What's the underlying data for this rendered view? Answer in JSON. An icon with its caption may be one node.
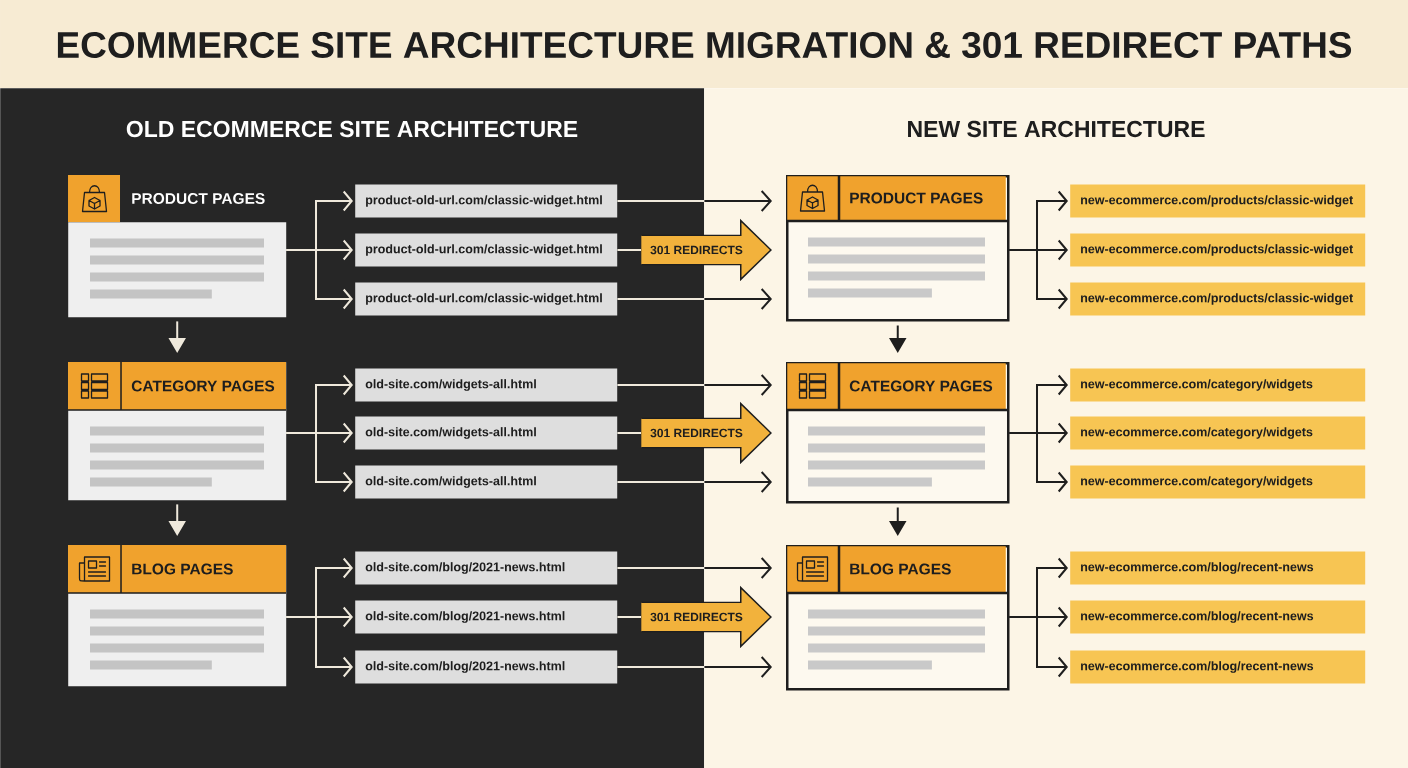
{
  "diagram": {
    "title": "ECOMMERCE SITE ARCHITECTURE MIGRATION & 301 REDIRECT PATHS",
    "nodes": [
      {
        "text": [
          "OLD ECOMMERCE SITE ARCHITECTURE"
        ]
      },
      {
        "text": [
          "PRODUCT PAGES"
        ],
        "in": 0
      },
      {
        "text": [
          "product-old-url.com/classic-widget.html"
        ],
        "in": 0
      },
      {
        "text": [
          "product-old-url.com/classic-widget.html"
        ],
        "in": 0
      },
      {
        "text": [
          "product-old-url.com/classic-widget.html"
        ],
        "in": 0
      },
      {
        "text": [
          "CATEGORY PAGES"
        ],
        "in": 0
      },
      {
        "text": [
          "old-site.com/widgets-all.html"
        ],
        "in": 0
      },
      {
        "text": [
          "old-site.com/widgets-all.html"
        ],
        "in": 0
      },
      {
        "text": [
          "old-site.com/widgets-all.html"
        ],
        "in": 0
      },
      {
        "text": [
          "BLOG PAGES"
        ],
        "in": 0
      },
      {
        "text": [
          "old-site.com/blog/2021-news.html"
        ],
        "in": 0
      },
      {
        "text": [
          "old-site.com/blog/2021-news.html"
        ],
        "in": 0
      },
      {
        "text": [
          "old-site.com/blog/2021-news.html"
        ],
        "in": 0
      },
      {
        "text": [
          "NEW SITE ARCHITECTURE"
        ]
      },
      {
        "text": [
          "PRODUCT PAGES"
        ],
        "in": 13
      },
      {
        "text": [
          "new-ecommerce.com/products/classic-widget"
        ],
        "in": 13
      },
      {
        "text": [
          "new-ecommerce.com/products/classic-widget"
        ],
        "in": 13
      },
      {
        "text": [
          "new-ecommerce.com/products/classic-widget"
        ],
        "in": 13
      },
      {
        "text": [
          "CATEGORY PAGES"
        ],
        "in": 13
      },
      {
        "text": [
          "new-ecommerce.com/category/widgets"
        ],
        "in": 13
      },
      {
        "text": [
          "new-ecommerce.com/category/widgets"
        ],
        "in": 13
      },
      {
        "text": [
          "new-ecommerce.com/category/widgets"
        ],
        "in": 13
      },
      {
        "text": [
          "BLOG PAGES"
        ],
        "in": 13
      },
      {
        "text": [
          "new-ecommerce.com/blog/recent-news"
        ],
        "in": 13
      },
      {
        "text": [
          "new-ecommerce.com/blog/recent-news"
        ],
        "in": 13
      },
      {
        "text": [
          "new-ecommerce.com/blog/recent-news"
        ],
        "in": 13
      }
    ],
    "edges": [
      {
        "from": 1,
        "to": 2,
        "arrow": "to"
      },
      {
        "from": 1,
        "to": 3,
        "arrow": "to"
      },
      {
        "from": 1,
        "to": 4,
        "arrow": "to"
      },
      {
        "from": 2,
        "to": 14,
        "arrow": "to"
      },
      {
        "from": 3,
        "to": 14,
        "arrow": "to",
        "label": "301 REDIRECTS",
        "style": "thick",
        "color": "#f2b23c"
      },
      {
        "from": 4,
        "to": 14,
        "arrow": "to"
      },
      {
        "from": 1,
        "to": 5,
        "arrow": "to"
      },
      {
        "from": 5,
        "to": 6,
        "arrow": "to"
      },
      {
        "from": 5,
        "to": 7,
        "arrow": "to"
      },
      {
        "from": 5,
        "to": 8,
        "arrow": "to"
      },
      {
        "from": 6,
        "to": 18,
        "arrow": "to"
      },
      {
        "from": 7,
        "to": 18,
        "arrow": "to",
        "label": "301 REDIRECTS",
        "style": "thick",
        "color": "#f2b23c"
      },
      {
        "from": 8,
        "to": 18,
        "arrow": "to"
      },
      {
        "from": 5,
        "to": 9,
        "arrow": "to"
      },
      {
        "from": 9,
        "to": 10,
        "arrow": "to"
      },
      {
        "from": 9,
        "to": 11,
        "arrow": "to"
      },
      {
        "from": 9,
        "to": 12,
        "arrow": "to"
      },
      {
        "from": 10,
        "to": 22,
        "arrow": "to"
      },
      {
        "from": 11,
        "to": 22,
        "arrow": "to",
        "label": "301 REDIRECTS",
        "style": "thick",
        "color": "#f2b23c"
      },
      {
        "from": 12,
        "to": 22,
        "arrow": "to"
      },
      {
        "from": 14,
        "to": 15,
        "arrow": "to",
        "color": "#1e1e1e"
      },
      {
        "from": 14,
        "to": 16,
        "arrow": "to",
        "color": "#1e1e1e"
      },
      {
        "from": 14,
        "to": 17,
        "arrow": "to",
        "color": "#1e1e1e"
      },
      {
        "from": 14,
        "to": 18,
        "arrow": "to",
        "color": "#1e1e1e"
      },
      {
        "from": 18,
        "to": 19,
        "arrow": "to",
        "color": "#1e1e1e"
      },
      {
        "from": 18,
        "to": 20,
        "arrow": "to",
        "color": "#1e1e1e"
      },
      {
        "from": 18,
        "to": 21,
        "arrow": "to",
        "color": "#1e1e1e"
      },
      {
        "from": 18,
        "to": 22,
        "arrow": "to",
        "color": "#1e1e1e"
      },
      {
        "from": 22,
        "to": 23,
        "arrow": "to",
        "color": "#1e1e1e"
      },
      {
        "from": 22,
        "to": 24,
        "arrow": "to",
        "color": "#1e1e1e"
      },
      {
        "from": 22,
        "to": 25,
        "arrow": "to",
        "color": "#1e1e1e"
      }
    ]
  }
}
